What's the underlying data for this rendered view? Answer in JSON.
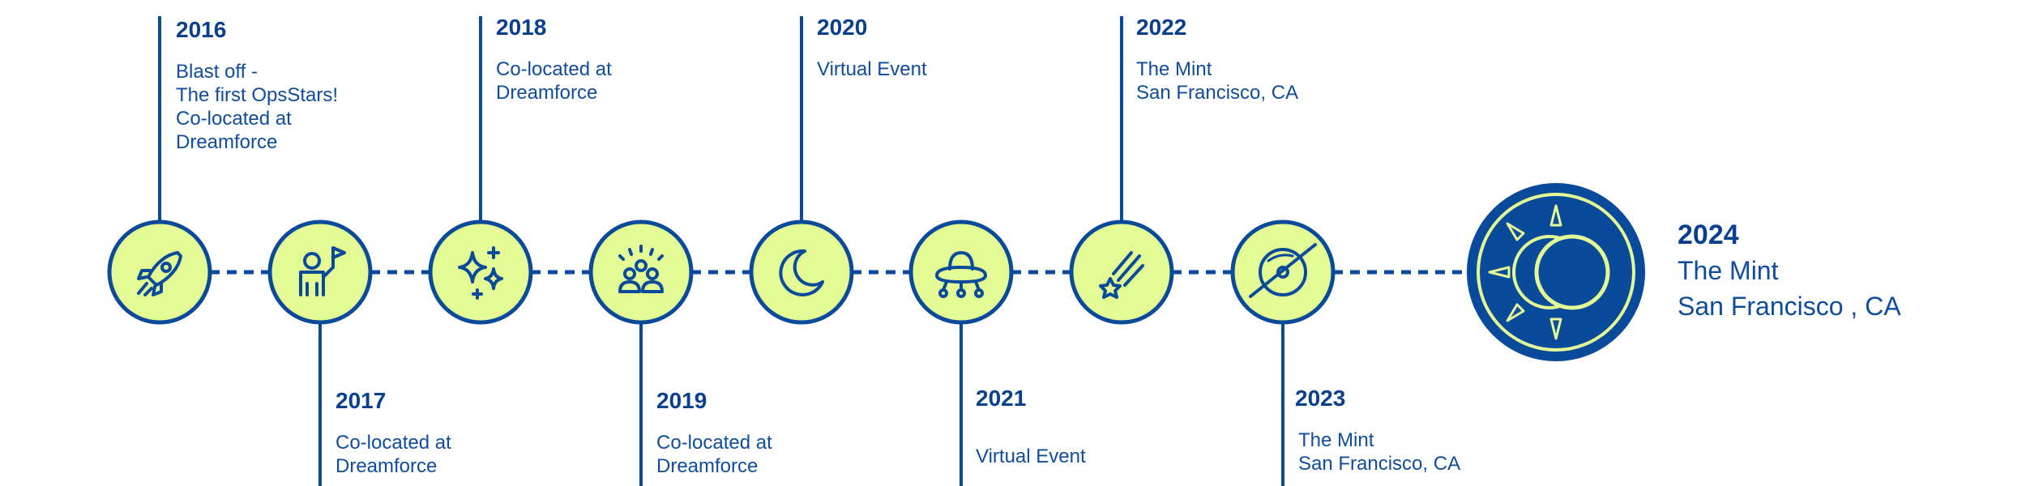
{
  "colors": {
    "primary": "#0A4A9A",
    "node_fill": "#E4FB95",
    "background": "#FFFFFF"
  },
  "milestones": [
    {
      "year": "2016",
      "desc": "Blast off -\nThe first OpsStars!\nCo-located at\nDreamforce",
      "icon": "rocket-icon",
      "position": "above"
    },
    {
      "year": "2017",
      "desc": "Co-located at\nDreamforce",
      "icon": "astronaut-flag-icon",
      "position": "below"
    },
    {
      "year": "2018",
      "desc": "Co-located at\nDreamforce",
      "icon": "sparkles-icon",
      "position": "above"
    },
    {
      "year": "2019",
      "desc": "Co-located at\nDreamforce",
      "icon": "audience-icon",
      "position": "below"
    },
    {
      "year": "2020",
      "desc": "Virtual Event",
      "icon": "moon-icon",
      "position": "above"
    },
    {
      "year": "2021",
      "desc": "Virtual Event",
      "icon": "ufo-icon",
      "position": "below"
    },
    {
      "year": "2022",
      "desc": "The Mint\nSan Francisco, CA",
      "icon": "shooting-star-icon",
      "position": "above"
    },
    {
      "year": "2023",
      "desc": "The Mint\nSan Francisco, CA",
      "icon": "planet-icon",
      "position": "below"
    }
  ],
  "final": {
    "year": "2024",
    "desc": "The Mint\nSan Francisco , CA",
    "icon": "eclipse-icon"
  }
}
